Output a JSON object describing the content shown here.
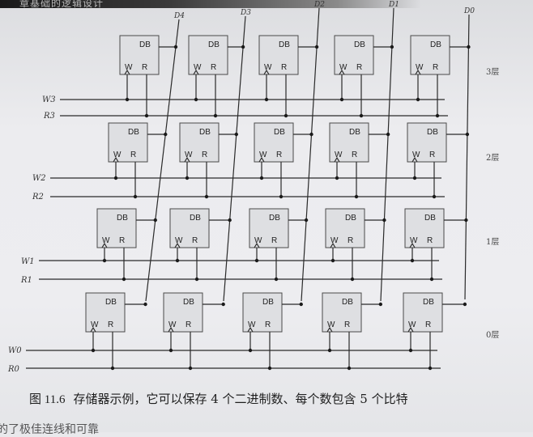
{
  "header": {
    "running_text": "章基础的逻辑设计"
  },
  "data_lines": [
    "D4",
    "D3",
    "D2",
    "D1",
    "D0"
  ],
  "cell": {
    "register_label": "DB",
    "write_label": "W",
    "read_label": "R"
  },
  "signals": {
    "layer3": {
      "write": "W3",
      "read": "R3",
      "floor": "3层"
    },
    "layer2": {
      "write": "W2",
      "read": "R2",
      "floor": "2层"
    },
    "layer1": {
      "write": "W1",
      "read": "R1",
      "floor": "1层"
    },
    "layer0": {
      "write": "W0",
      "read": "R0",
      "floor": "0层"
    }
  },
  "caption": {
    "number": "图 11.6",
    "text": "存储器示例，它可以保存 4 个二进制数、每个数包含 5 个比特"
  },
  "bottom_text": "的了极佳连线和可靠"
}
